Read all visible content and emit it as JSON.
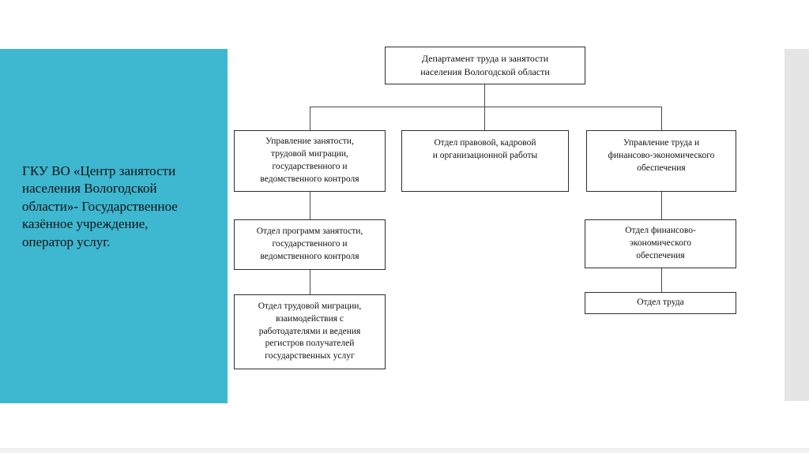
{
  "sidebar": {
    "text": "ГКУ ВО «Центр занятости\nнаселения Вологодской\nобласти»- Государственное\nказённое учреждение,\nоператор услуг.",
    "background_color": "#3eb7d0",
    "text_color": "#121212"
  },
  "chart": {
    "type": "org-chart",
    "box_border_color": "#2e2e2e",
    "connector_color": "#4a4a4a",
    "nodes": {
      "department": "Департамент труда и занятости\nнаселения Вологодской области",
      "employment_management": "Управление занятости,\nтрудовой миграции,\nгосударственного и\nведомственного контроля",
      "legal_department": "Отдел правовой, кадровой\nи организационной работы",
      "labor_management": "Управление труда и\nфинансово-экономического\nобеспечения",
      "programs_department": "Отдел программ занятости,\nгосударственного и\nведомственного контроля",
      "migration_department": "Отдел трудовой миграции,\nвзаимодействия с\nработодателями и ведения\nрегистров получателей\nгосударственных услуг",
      "finance_department": "Отдел финансово-\nэкономического\nобеспечения",
      "labor_department": "Отдел труда"
    },
    "hierarchy": [
      {
        "parent": "department",
        "children": [
          "employment_management",
          "legal_department",
          "labor_management"
        ]
      },
      {
        "parent": "employment_management",
        "children": [
          "programs_department"
        ]
      },
      {
        "parent": "programs_department",
        "children": [
          "migration_department"
        ]
      },
      {
        "parent": "labor_management",
        "children": [
          "finance_department"
        ]
      },
      {
        "parent": "finance_department",
        "children": [
          "labor_department"
        ]
      }
    ]
  },
  "decor": {
    "right_strip_color": "#e5e5e5",
    "bottom_strip_color": "#f2f2f2"
  }
}
